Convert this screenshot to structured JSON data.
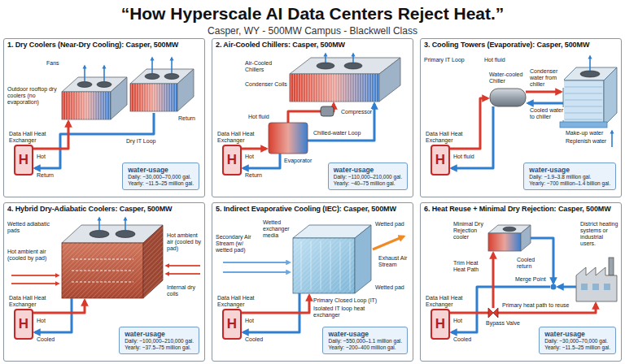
{
  "diagram": {
    "title": "“How Hyperscale AI Data Centers Reject Heat.”",
    "nodes": [
      {
        "text": [
          "1. Dry Coolers (Near-Dry Cooling): Casper, 500MW"
        ]
      },
      {
        "text": [
          "Data Hall Heat Exchanger",
          "H"
        ],
        "in": 0
      },
      {
        "text": [
          "water-usage",
          "Daily: ~30,000–70,000 gal.",
          "Yearly: ~11.5–25 million gal."
        ],
        "in": 0
      },
      {
        "text": [
          "2. Air-Cooled Chillers: Casper, 500MW"
        ]
      },
      {
        "text": [
          "Data Hall Heat Exchanger",
          "H"
        ],
        "in": 3
      },
      {
        "text": [
          "water-usage",
          "Daily: ~110,000–210,000 gal.",
          "Yearly: ~40–75 million gal."
        ],
        "in": 3
      },
      {
        "text": [
          "3. Cooling Towers (Evaporative): Casper, 500MW"
        ]
      },
      {
        "text": [
          "Data Hall Heat Exchanger",
          "H"
        ],
        "in": 6
      },
      {
        "text": [
          "water-usage",
          "Daily: ~1.9–3.8 million gal.",
          "Yearly: ~700 million–1.4 billion gal."
        ],
        "in": 6
      },
      {
        "text": [
          "4. Hybrid Dry-Adiabatic Coolers: Casper, 500MW"
        ]
      },
      {
        "text": [
          "Data Hall Heat Exchanger",
          "H"
        ],
        "in": 9
      },
      {
        "text": [
          "water-usage",
          "Daily: ~100,000–210,000 gal.",
          "Yearly: ~37.5–75 million gal."
        ],
        "in": 9
      },
      {
        "text": [
          "5. Indirect Evaporative Cooling (IEC): Casper, 500MW"
        ]
      },
      {
        "text": [
          "Data Hall Heat Exchanger",
          "H"
        ],
        "in": 12
      },
      {
        "text": [
          "water-usage",
          "Daily: ~550,000–1.1 million gal.",
          "Yearly: ~200–400 million gal."
        ],
        "in": 12
      },
      {
        "text": [
          "6. Heat Reuse + Minimal Dry Rejection: Casper, 500MW"
        ]
      },
      {
        "text": [
          "Data Hall Heat Exchanger",
          "H"
        ],
        "in": 15
      },
      {
        "text": [
          "water-usage",
          "Daily: ~30,000–70,000 gal.",
          "Yearly: ~11.5–25 million gal."
        ],
        "in": 15
      }
    ],
    "labels": [
      "Casper, WY - 500MW Campus - Blackwell Class",
      "Fans",
      "Outdoor rooftop dry coolers (no evaporation)",
      "Return",
      "Dry IT Loop",
      "Hot",
      "Return",
      "Air-Cooled Chillers",
      "Condenser Coils",
      "Compressor",
      "Hot fluid",
      "Chilled-water Loop",
      "Evaporator",
      "Hot",
      "Return",
      "Hot fluid",
      "Primary IT Loop",
      "Water-cooled Chiller",
      "Condenser water from chiller",
      "Cooled water to chiller",
      "Make-up water",
      "Replenish water",
      "Hot fluid",
      "Wetted adiabatic pads",
      "Hot ambient air (cooled by pad)",
      "Hot ambient air (cooled by pad)",
      "Internal dry coils",
      "Hot",
      "Cooled",
      "Wetted exchanger media",
      "Wetted pad",
      "Secondary Air Stream (w/ wetted pad)",
      "Exhaust Air Stream",
      "Primary Closed Loop (IT)",
      "Isolated IT loop heat exchanger",
      "Wetted pad",
      "Hot",
      "Cooled",
      "Minimal Dry Rejection cooler",
      "Trim Heat Heat Path",
      "Cooled return",
      "Merge Point",
      "Bypass Valve",
      "Primary heat path to reuse",
      "District heating systems or industrial users.",
      "Hot",
      "Cooled"
    ]
  }
}
